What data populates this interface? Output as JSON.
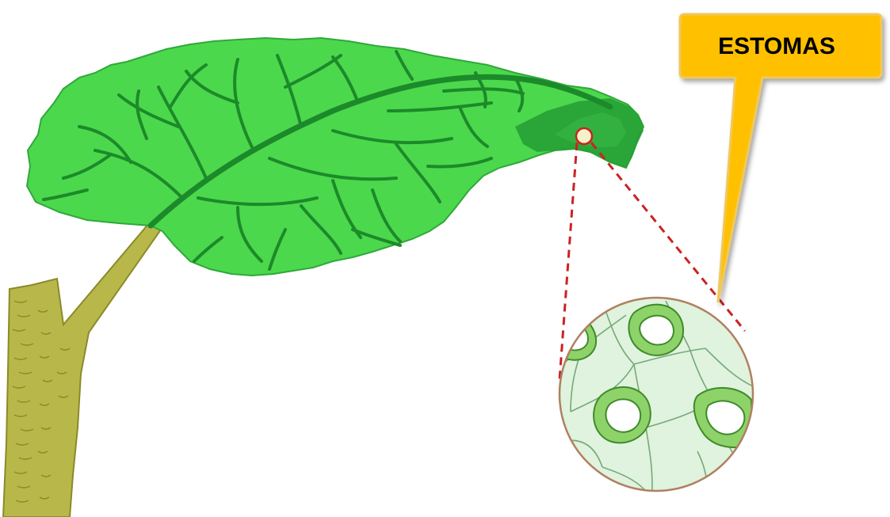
{
  "callout": {
    "label": "ESTOMAS",
    "fill_color": "#ffc000",
    "border_color": "#f0c85a"
  },
  "colors": {
    "leaf_light": "#4cd84c",
    "leaf_dark": "#1f9a2e",
    "vein": "#1c8a2a",
    "stem": "#b8b84a",
    "stem_outline": "#8a8a2a",
    "magnify_fill": "#dff3de",
    "magnify_outline": "#b08060",
    "cell_line": "#78a878",
    "stoma_guard": "#8ed26a",
    "zoom_line": "#cc2222"
  },
  "icons": {
    "leaf": "leaf-illustration",
    "stem": "stem-illustration",
    "magnifier": "stomata-magnified-view"
  }
}
